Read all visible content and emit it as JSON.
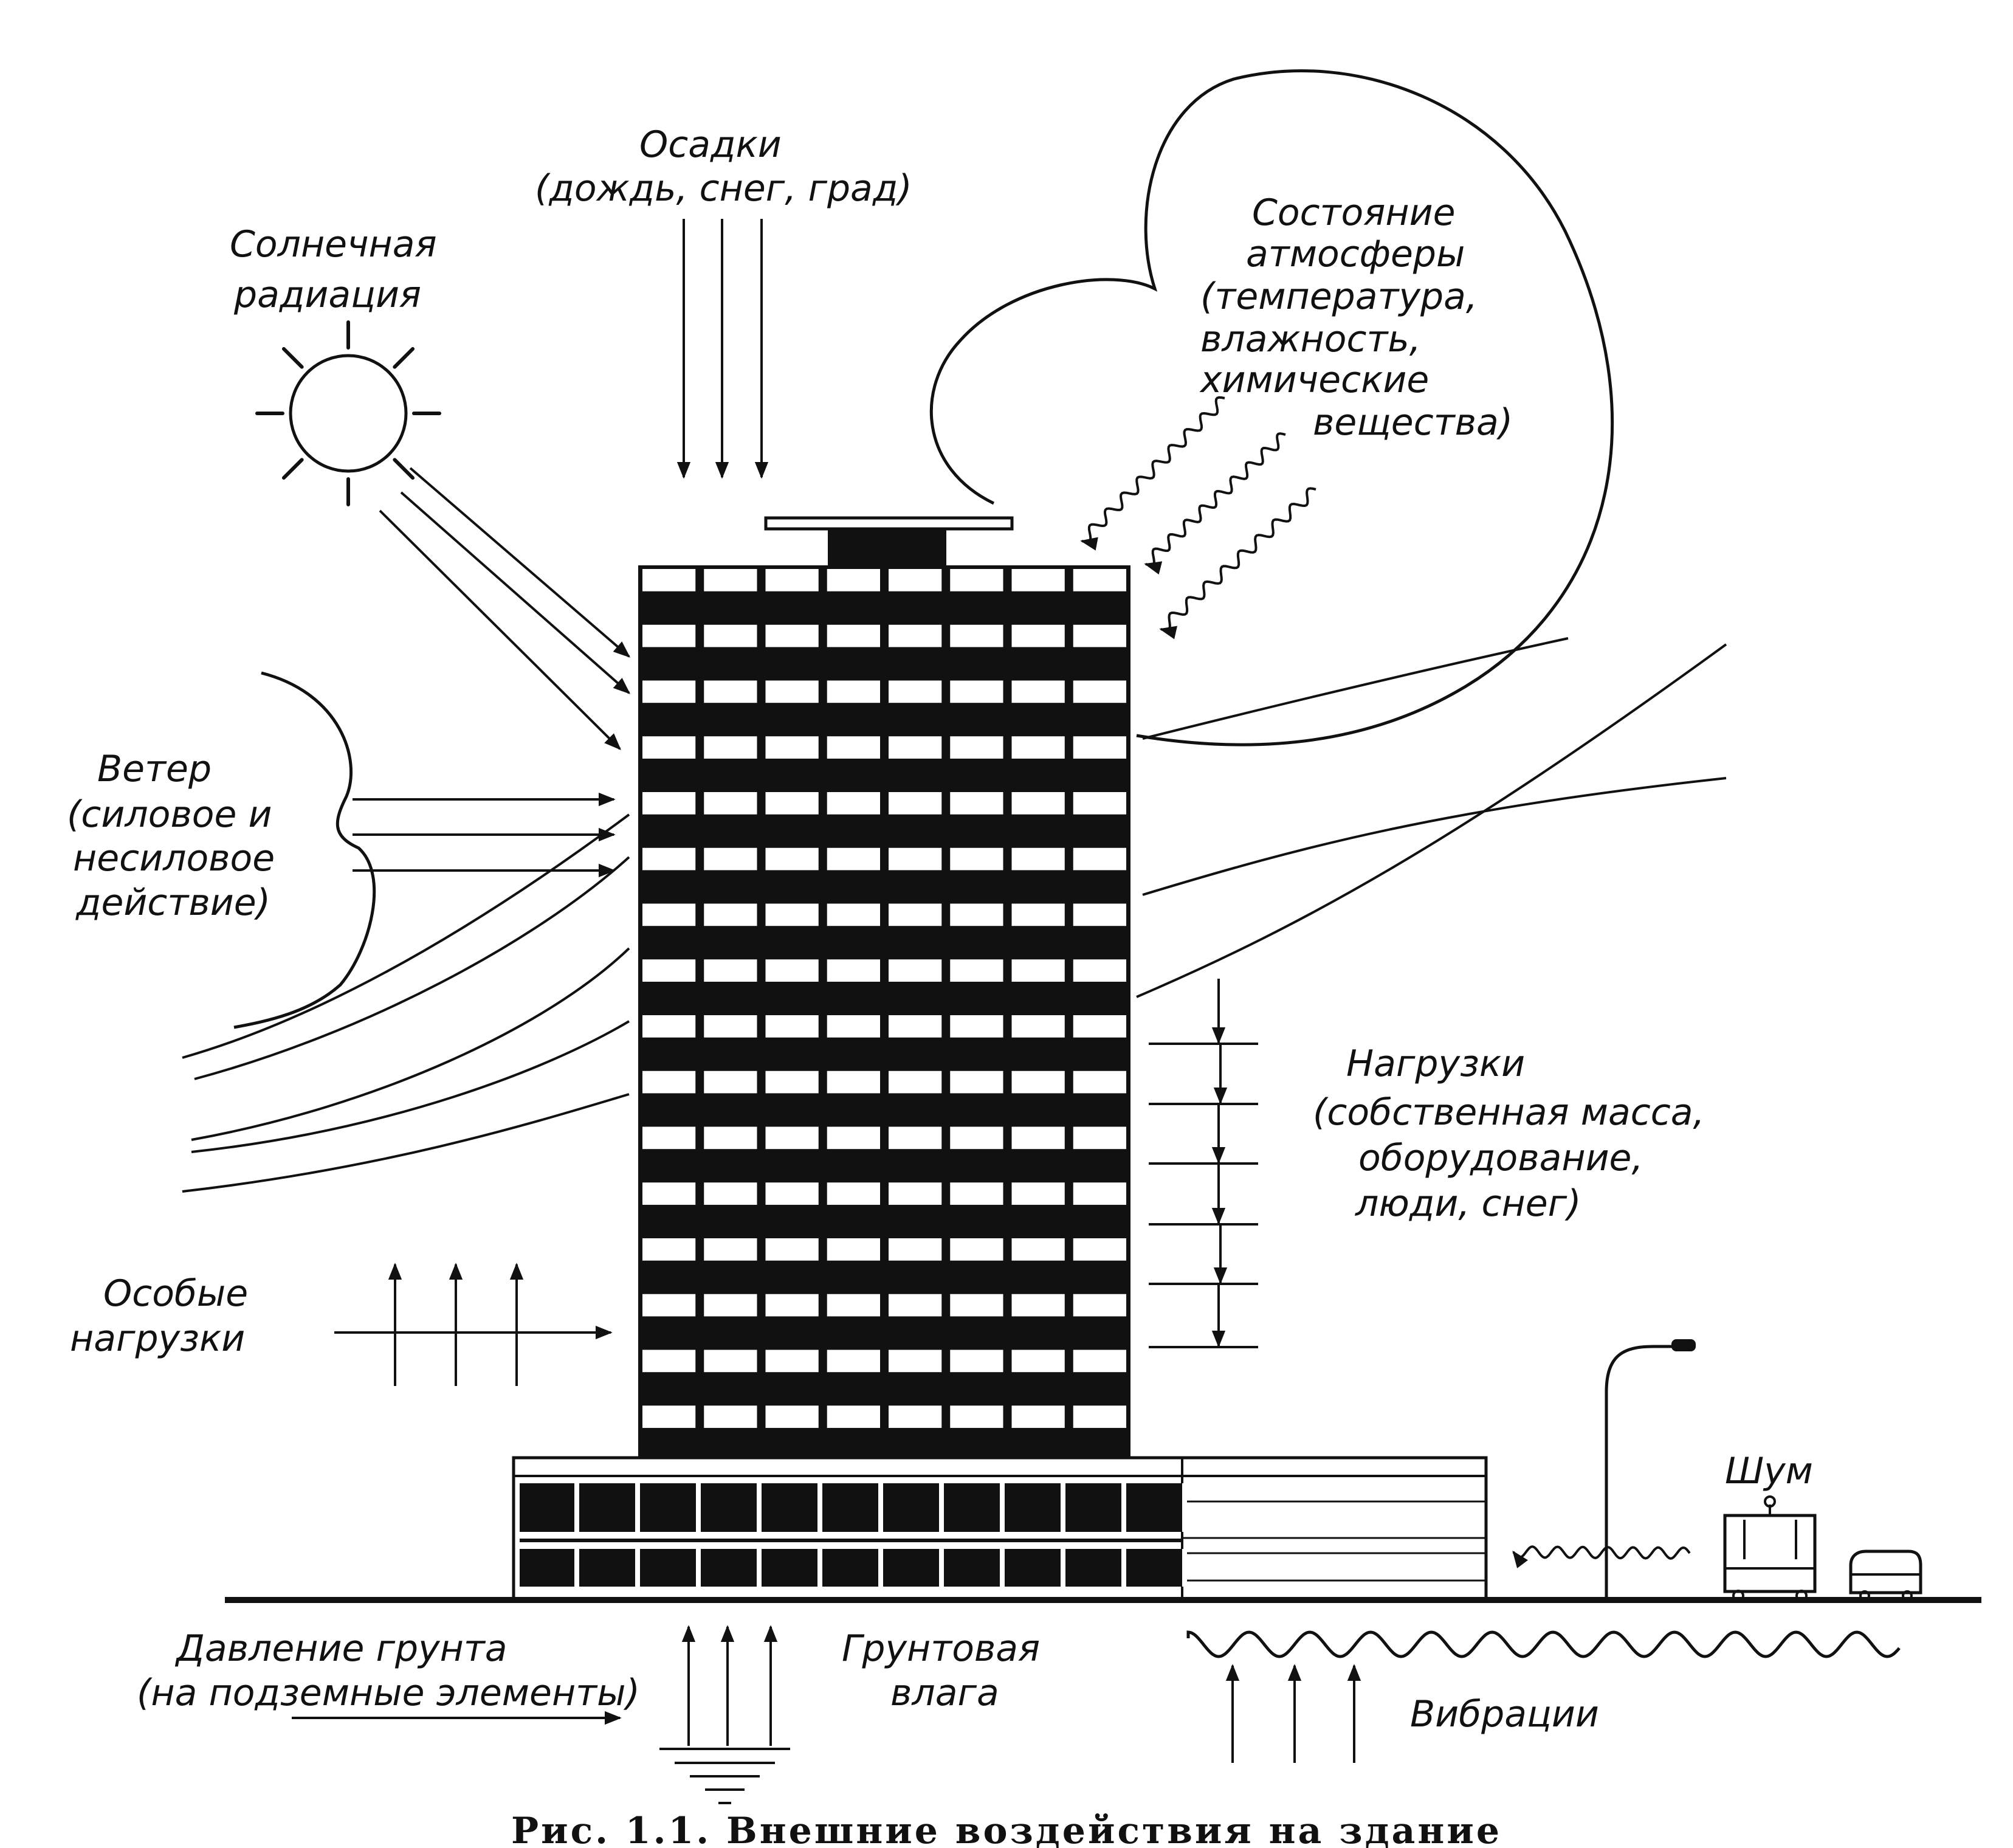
{
  "labels": {
    "precipitation": [
      "Осадки",
      "(дождь, снег, град)"
    ],
    "solar": [
      "Солнечная",
      "радиация"
    ],
    "atmosphere": [
      "Состояние",
      "атмосферы",
      "(температура,",
      "влажность,",
      "химические",
      "вещества)"
    ],
    "wind": [
      "Ветер",
      "(силовое и",
      "несиловое",
      "действие)"
    ],
    "loads": [
      "Нагрузки",
      "(собственная масса,",
      "оборудование,",
      "люди, снег)"
    ],
    "special_loads": [
      "Особые",
      "нагрузки"
    ],
    "noise": [
      "Шум"
    ],
    "soil_pressure": [
      "Давление грунта",
      "(на подземные элементы)"
    ],
    "groundwater": [
      "Грунтовая",
      "влага"
    ],
    "vibrations": [
      "Вибрации"
    ]
  },
  "caption": "Рис. 1.1. Внешние воздействия на здание",
  "colors": {
    "ink": "#111111",
    "paper": "#ffffff"
  }
}
